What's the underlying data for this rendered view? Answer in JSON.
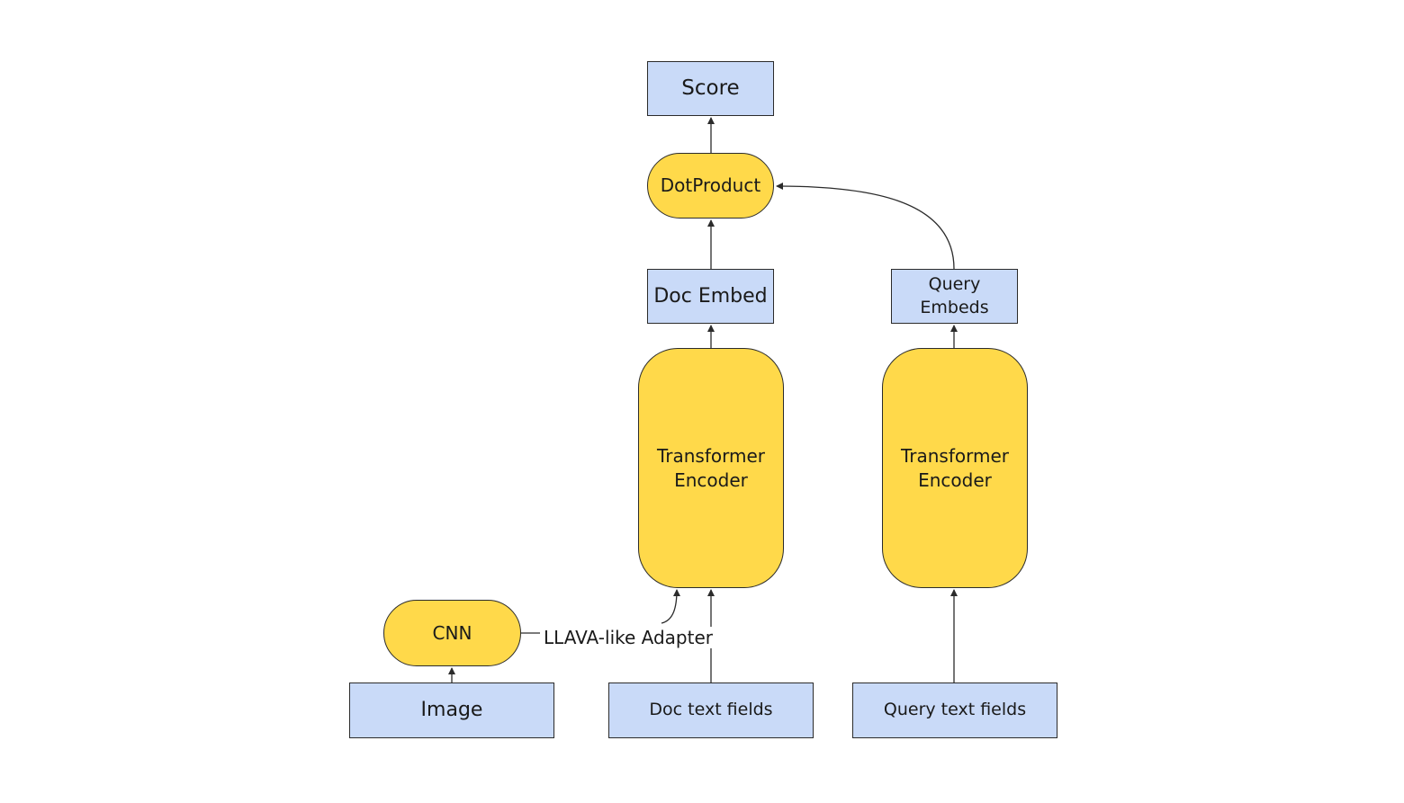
{
  "nodes": {
    "score": {
      "label": "Score"
    },
    "dot_product": {
      "label": "DotProduct"
    },
    "doc_embed": {
      "label": "Doc Embed"
    },
    "query_embeds": {
      "label": "Query\nEmbeds"
    },
    "doc_encoder": {
      "label": "Transformer\nEncoder"
    },
    "query_encoder": {
      "label": "Transformer\nEncoder"
    },
    "cnn": {
      "label": "CNN"
    },
    "image": {
      "label": "Image"
    },
    "doc_text_fields": {
      "label": "Doc text fields"
    },
    "query_text_fields": {
      "label": "Query text fields"
    }
  },
  "edges": {
    "adapter_label": "LLAVA-like Adapter"
  },
  "colors": {
    "box_fill": "#c9daf8",
    "pill_fill": "#ffd94a",
    "stroke": "#2b2b2b"
  }
}
